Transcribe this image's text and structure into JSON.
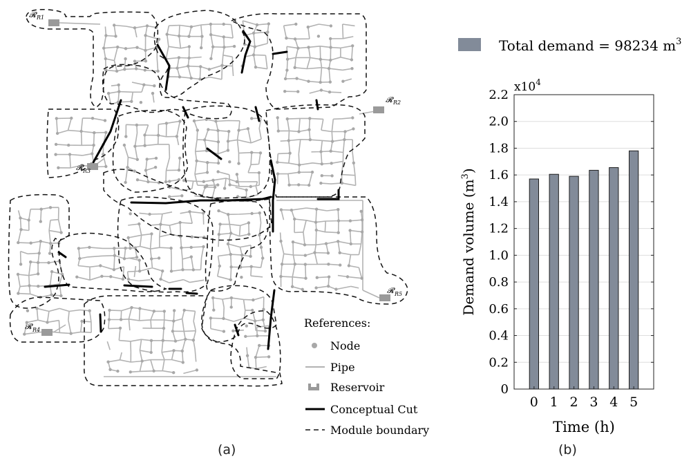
{
  "network": {
    "reservoirs": [
      "R1",
      "R2",
      "R3",
      "R4",
      "R5"
    ],
    "references": {
      "title": "References:",
      "items": [
        {
          "label": "Node",
          "symbol": "node"
        },
        {
          "label": "Pipe",
          "symbol": "pipe"
        },
        {
          "label": "Reservoir",
          "symbol": "reservoir"
        },
        {
          "label": "Conceptual Cut",
          "symbol": "cut"
        },
        {
          "label": "Module boundary",
          "symbol": "boundary"
        }
      ]
    },
    "colors": {
      "node": "#a8a8a8",
      "pipe": "#b2b2b2",
      "cut": "#000000",
      "boundary": "#111111",
      "reservoir": "#9a9a9a"
    },
    "caption": "(a)"
  },
  "chart_data": {
    "type": "bar",
    "legend_label": "Total demand = 98234 m",
    "legend_exponent": "3",
    "categories": [
      "0",
      "1",
      "2",
      "3",
      "4",
      "5"
    ],
    "values": [
      15700,
      16050,
      15900,
      16350,
      16550,
      17800
    ],
    "ylim": [
      0,
      22000
    ],
    "yticks": [
      "0",
      "0.2",
      "0.4",
      "0.6",
      "0.8",
      "1.0",
      "1.2",
      "1.4",
      "1.6",
      "1.8",
      "2.0",
      "2.2"
    ],
    "y_multiplier": "x10",
    "y_multiplier_exp": "4",
    "ylabel": "Demand volume (m",
    "ylabel_exp": "3",
    "ylabel_close": ")",
    "xlabel": "Time (h)",
    "bar_color": "#828b99",
    "grid": true,
    "caption": "(b)"
  }
}
